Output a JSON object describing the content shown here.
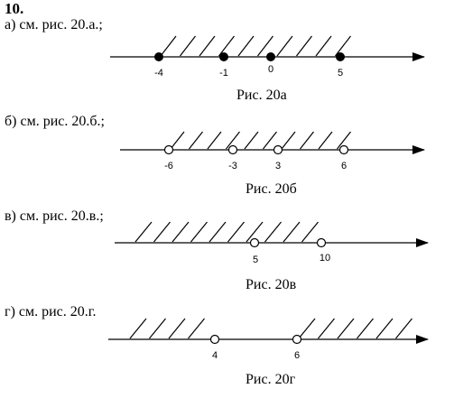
{
  "problem_number": "10.",
  "parts": [
    {
      "id": "a",
      "label": "а) см. рис. 20.а.;",
      "caption": "Рис. 20а",
      "points": [
        {
          "value": "-4",
          "filled": true
        },
        {
          "value": "-1",
          "filled": true
        },
        {
          "value": "0",
          "filled": true
        },
        {
          "value": "5",
          "filled": true
        }
      ]
    },
    {
      "id": "b",
      "label": "б) см. рис. 20.б.;",
      "caption": "Рис. 20б",
      "points": [
        {
          "value": "-6",
          "filled": false
        },
        {
          "value": "-3",
          "filled": false
        },
        {
          "value": "3",
          "filled": false
        },
        {
          "value": "6",
          "filled": false
        }
      ]
    },
    {
      "id": "c",
      "label": "в) см. рис. 20.в.;",
      "caption": "Рис. 20в",
      "points": [
        {
          "value": "5",
          "filled": false
        },
        {
          "value": "10",
          "filled": false
        }
      ]
    },
    {
      "id": "d",
      "label": "г) см. рис. 20.г.",
      "caption": "Рис. 20г",
      "points": [
        {
          "value": "4",
          "filled": false
        },
        {
          "value": "6",
          "filled": false
        }
      ]
    }
  ]
}
